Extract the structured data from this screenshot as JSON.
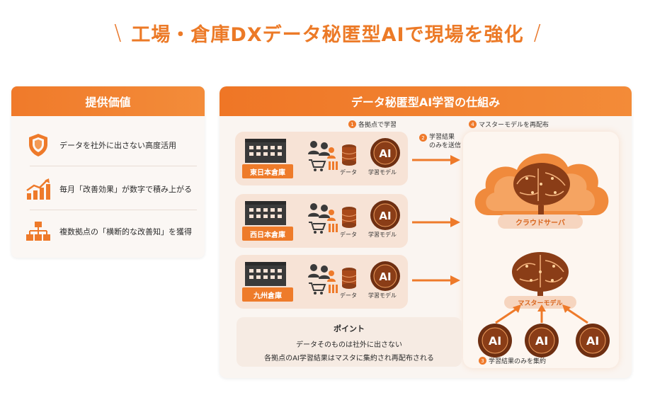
{
  "title": {
    "text": "工場・倉庫DXデータ秘匿型AIで現場を強化",
    "slash_left": "\\",
    "slash_right": "/"
  },
  "value_card": {
    "heading": "提供価値",
    "items": [
      {
        "icon": "shield-icon",
        "text": "データを社外に出さない高度活用"
      },
      {
        "icon": "growth-chart-icon",
        "text": "毎月「改善効果」が数字で積み上がる"
      },
      {
        "icon": "hierarchy-icon",
        "text": "複数拠点の「横断的な改善知」を獲得"
      }
    ]
  },
  "main": {
    "heading": "データ秘匿型AI学習の仕組み",
    "steps": [
      {
        "num": "1",
        "text": "各拠点で学習"
      },
      {
        "num": "2",
        "text": "学習結果\nのみを送信"
      },
      {
        "num": "4",
        "text": "マスターモデルを再配布"
      },
      {
        "num": "3",
        "text": "学習結果のみを集約"
      }
    ],
    "sites": [
      {
        "name": "東日本倉庫",
        "data_label": "データ",
        "model_label": "学習モデル",
        "ai_text": "AI"
      },
      {
        "name": "西日本倉庫",
        "data_label": "データ",
        "model_label": "学習モデル",
        "ai_text": "AI"
      },
      {
        "name": "九州倉庫",
        "data_label": "データ",
        "model_label": "学習モデル",
        "ai_text": "AI"
      }
    ],
    "cloud_label": "クラウドサーバ",
    "master_label": "マスターモデル",
    "small_ai": [
      "AI",
      "AI",
      "AI"
    ],
    "point": {
      "title": "ポイント",
      "line1": "データそのものは社外に出さない",
      "line2": "各拠点のAI学習結果はマスタに集約され再配布される"
    }
  },
  "colors": {
    "accent": "#ee7a2a",
    "accent_light": "#f7e3d6",
    "brain": "#8a3d17"
  }
}
